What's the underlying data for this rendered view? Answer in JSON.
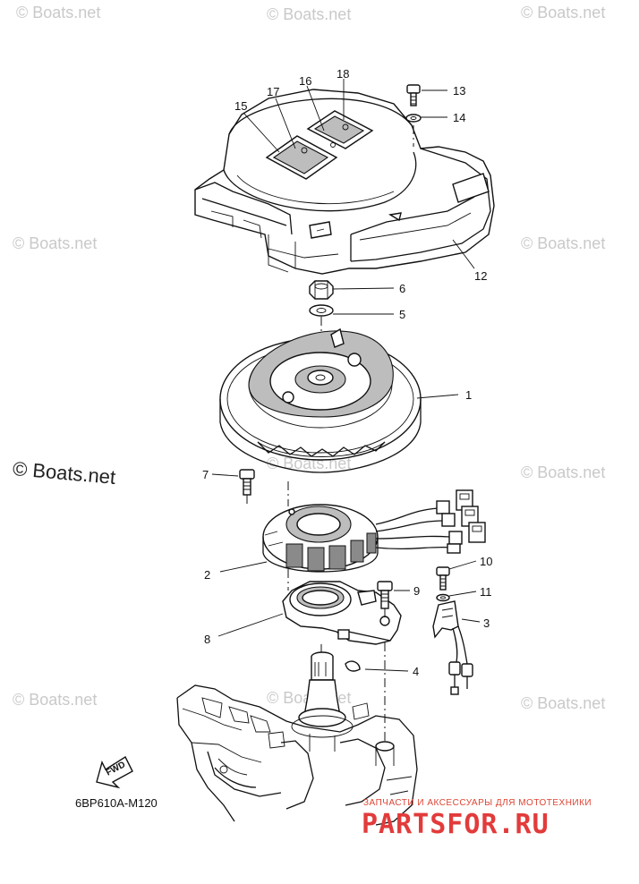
{
  "watermark_text": "© Boats.net",
  "diagram_code": "6BP610A-M120",
  "fwd_label": "FWD",
  "shop": {
    "tagline": "ЗАПЧАСТИ И АКСЕССУАРЫ ДЛЯ МОТОТЕХНИКИ",
    "logo": "PARTSFOR.RU"
  },
  "callouts": [
    "1",
    "2",
    "3",
    "4",
    "5",
    "6",
    "7",
    "8",
    "9",
    "10",
    "11",
    "12",
    "13",
    "14",
    "15",
    "16",
    "17",
    "18"
  ],
  "colors": {
    "ink": "#111111",
    "watermark": "#c9c9c9",
    "shop_red": "#e23b3b"
  }
}
